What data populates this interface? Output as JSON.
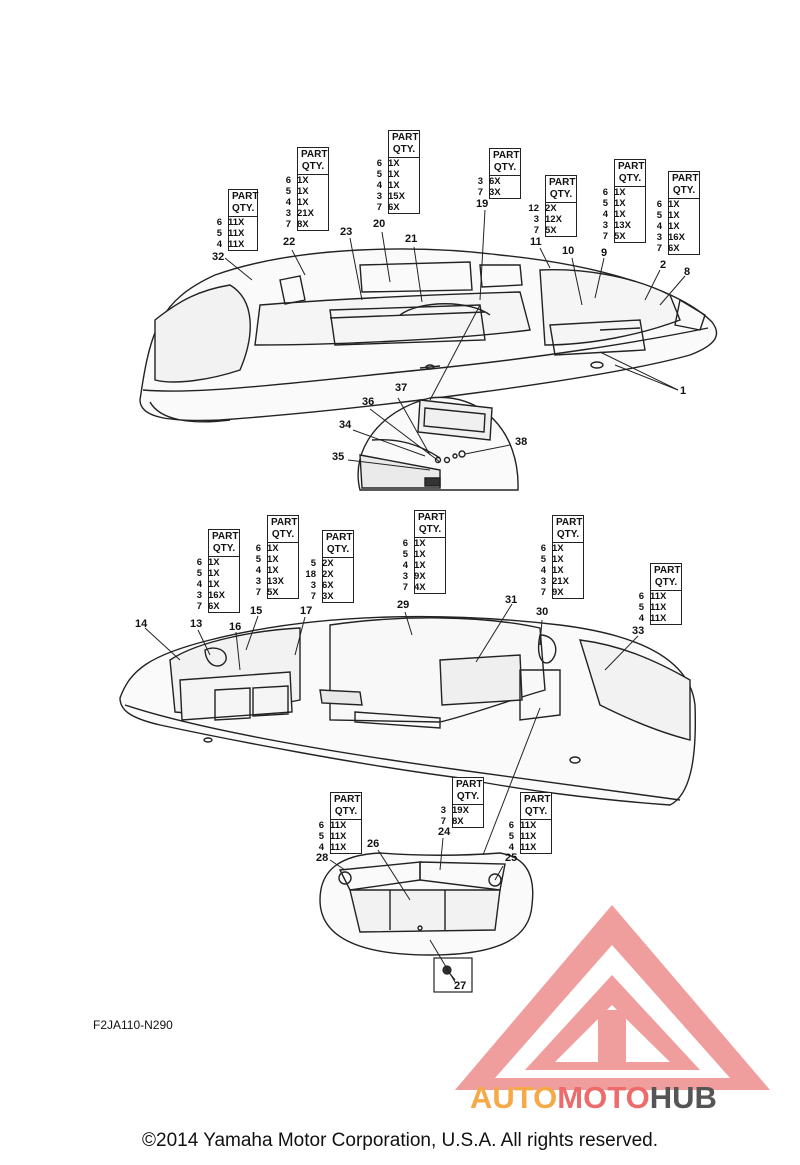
{
  "drawing_code": "F2JA110-N290",
  "copyright": "©2014 Yamaha Motor Corporation, U.S.A. All rights reserved.",
  "logo": {
    "part1": "AUTO",
    "part2": "MOTO",
    "part3": "HUB",
    "color1": "#f5a947",
    "color2": "#ee6b6b",
    "color3": "#555555"
  },
  "qty_header": "PART QTY.",
  "qty_boxes": [
    {
      "id": "b32",
      "rows": [
        [
          "6",
          "11X"
        ],
        [
          "5",
          "11X"
        ],
        [
          "4",
          "11X"
        ]
      ]
    },
    {
      "id": "b22",
      "rows": [
        [
          "6",
          "1X"
        ],
        [
          "5",
          "1X"
        ],
        [
          "4",
          "1X"
        ],
        [
          "3",
          "21X"
        ],
        [
          "7",
          "8X"
        ]
      ]
    },
    {
      "id": "b20",
      "rows": [
        [
          "6",
          "1X"
        ],
        [
          "5",
          "1X"
        ],
        [
          "4",
          "1X"
        ],
        [
          "3",
          "15X"
        ],
        [
          "7",
          "6X"
        ]
      ]
    },
    {
      "id": "b19",
      "rows": [
        [
          "3",
          "6X"
        ],
        [
          "7",
          "3X"
        ]
      ]
    },
    {
      "id": "b11",
      "rows": [
        [
          "12",
          "2X"
        ],
        [
          "3",
          "12X"
        ],
        [
          "7",
          "5X"
        ]
      ]
    },
    {
      "id": "b9",
      "rows": [
        [
          "6",
          "1X"
        ],
        [
          "5",
          "1X"
        ],
        [
          "4",
          "1X"
        ],
        [
          "3",
          "13X"
        ],
        [
          "7",
          "5X"
        ]
      ]
    },
    {
      "id": "b2",
      "rows": [
        [
          "6",
          "1X"
        ],
        [
          "5",
          "1X"
        ],
        [
          "4",
          "1X"
        ],
        [
          "3",
          "16X"
        ],
        [
          "7",
          "6X"
        ]
      ]
    },
    {
      "id": "b13",
      "rows": [
        [
          "6",
          "1X"
        ],
        [
          "5",
          "1X"
        ],
        [
          "4",
          "1X"
        ],
        [
          "3",
          "16X"
        ],
        [
          "7",
          "6X"
        ]
      ]
    },
    {
      "id": "b15",
      "rows": [
        [
          "6",
          "1X"
        ],
        [
          "5",
          "1X"
        ],
        [
          "4",
          "1X"
        ],
        [
          "3",
          "13X"
        ],
        [
          "7",
          "5X"
        ]
      ]
    },
    {
      "id": "b17",
      "rows": [
        [
          "5",
          "2X"
        ],
        [
          "18",
          "2X"
        ],
        [
          "3",
          "6X"
        ],
        [
          "7",
          "3X"
        ]
      ]
    },
    {
      "id": "b29",
      "rows": [
        [
          "6",
          "1X"
        ],
        [
          "5",
          "1X"
        ],
        [
          "4",
          "1X"
        ],
        [
          "3",
          "9X"
        ],
        [
          "7",
          "4X"
        ]
      ]
    },
    {
      "id": "b30",
      "rows": [
        [
          "6",
          "1X"
        ],
        [
          "5",
          "1X"
        ],
        [
          "4",
          "1X"
        ],
        [
          "3",
          "21X"
        ],
        [
          "7",
          "9X"
        ]
      ]
    },
    {
      "id": "b33",
      "rows": [
        [
          "6",
          "11X"
        ],
        [
          "5",
          "11X"
        ],
        [
          "4",
          "11X"
        ]
      ]
    },
    {
      "id": "b28",
      "rows": [
        [
          "6",
          "11X"
        ],
        [
          "5",
          "11X"
        ],
        [
          "4",
          "11X"
        ]
      ]
    },
    {
      "id": "b24",
      "rows": [
        [
          "3",
          "19X"
        ],
        [
          "7",
          "8X"
        ]
      ]
    },
    {
      "id": "b25",
      "rows": [
        [
          "6",
          "11X"
        ],
        [
          "5",
          "11X"
        ],
        [
          "4",
          "11X"
        ]
      ]
    }
  ],
  "callouts": [
    "32",
    "22",
    "23",
    "20",
    "21",
    "19",
    "11",
    "10",
    "9",
    "2",
    "8",
    "1",
    "37",
    "36",
    "34",
    "35",
    "38",
    "14",
    "13",
    "16",
    "15",
    "17",
    "29",
    "31",
    "30",
    "33",
    "28",
    "26",
    "24",
    "25",
    "27"
  ]
}
